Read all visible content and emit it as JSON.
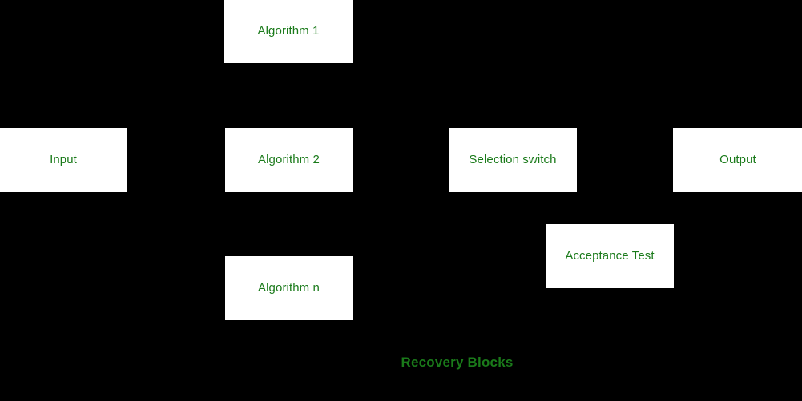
{
  "diagram": {
    "caption": "Recovery Blocks",
    "background_color": "#000000",
    "node_fill_color": "#ffffff",
    "node_text_color": "#1a7a1a",
    "caption_color": "#1a7a1a",
    "nodes": [
      {
        "id": "algorithm-1",
        "label": "Algorithm 1"
      },
      {
        "id": "input",
        "label": "Input"
      },
      {
        "id": "algorithm-2",
        "label": "Algorithm 2"
      },
      {
        "id": "selection-switch",
        "label": "Selection switch"
      },
      {
        "id": "output",
        "label": "Output"
      },
      {
        "id": "acceptance-test",
        "label": "Acceptance Test"
      },
      {
        "id": "algorithm-n",
        "label": "Algorithm n"
      }
    ]
  }
}
